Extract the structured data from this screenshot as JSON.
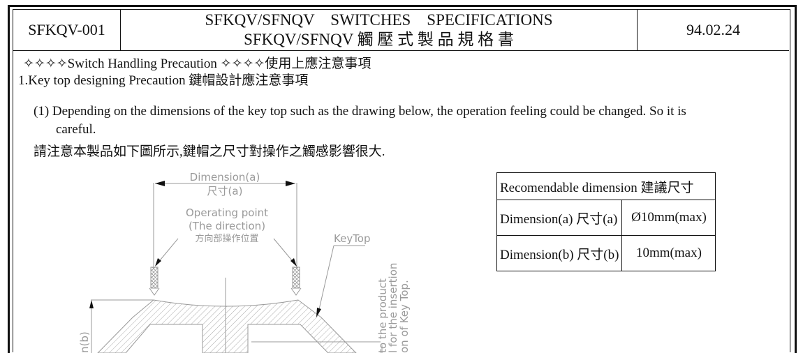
{
  "header": {
    "doc_id": "SFKQV-001",
    "title_en": "SFKQV/SFNQV　SWITCHES　SPECIFICATIONS",
    "title_zh": "SFKQV/SFNQV 觸 壓 式 製 品 規 格 書",
    "date": "94.02.24"
  },
  "section": {
    "heading": "✧✧✧✧Switch Handling Precaution ✧✧✧✧使用上應注意事項",
    "subheading": "1.Key top designing Precaution  鍵帽設計應注意事項"
  },
  "note": {
    "line1": "(1) Depending on the dimensions of the key top such as the drawing below, the operation feeling could be changed. So it is",
    "line2": "careful.",
    "line_zh": "請注意本製品如下圖所示,鍵帽之尺寸對操作之觸感影響很大."
  },
  "table": {
    "title": "Recomendable dimension 建議尺寸",
    "rows": [
      {
        "label": "Dimension(a)  尺寸(a)",
        "value": "Ø10mm(max)"
      },
      {
        "label": "Dimension(b)  尺寸(b)",
        "value": "10mm(max)"
      }
    ]
  },
  "drawing": {
    "dim_a": "Dimension(a)",
    "dim_a_zh": "尺寸(a)",
    "op1": "Operating  point",
    "op2": "(The  direction)",
    "op_zh": "方向部操作位置",
    "keytop": "KeyTop",
    "dim_b": "n(b)",
    "side1": "to  the  product",
    "side2": "l  for  the  insertion",
    "side3": "on  of  Key  Top."
  }
}
